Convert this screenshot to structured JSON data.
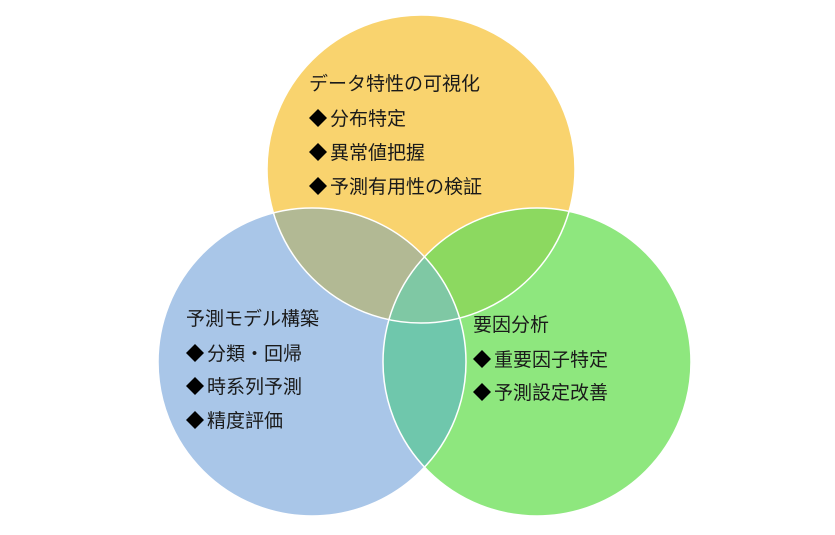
{
  "sets": [
    {
      "id": "top",
      "title": "データ特性の可視化",
      "items": [
        "分布特定",
        "異常値把握",
        "予測有用性の検証"
      ],
      "color": "#F9D36E"
    },
    {
      "id": "left",
      "title": "予測モデル構築",
      "items": [
        "分類・回帰",
        "時系列予測",
        "精度評価"
      ],
      "color": "#A9C6E8"
    },
    {
      "id": "right",
      "title": "要因分析",
      "items": [
        "重要因子特定",
        "予測設定改善"
      ],
      "color": "#8EE77E"
    }
  ],
  "overlap_colors": {
    "top_left": "#B2B994",
    "top_right": "#8CD960",
    "left_right": "#6FC7AC",
    "center": "#7FC8A4"
  },
  "bullet_icon": "diamond-bullet-icon",
  "outline_color": "#ffffff"
}
